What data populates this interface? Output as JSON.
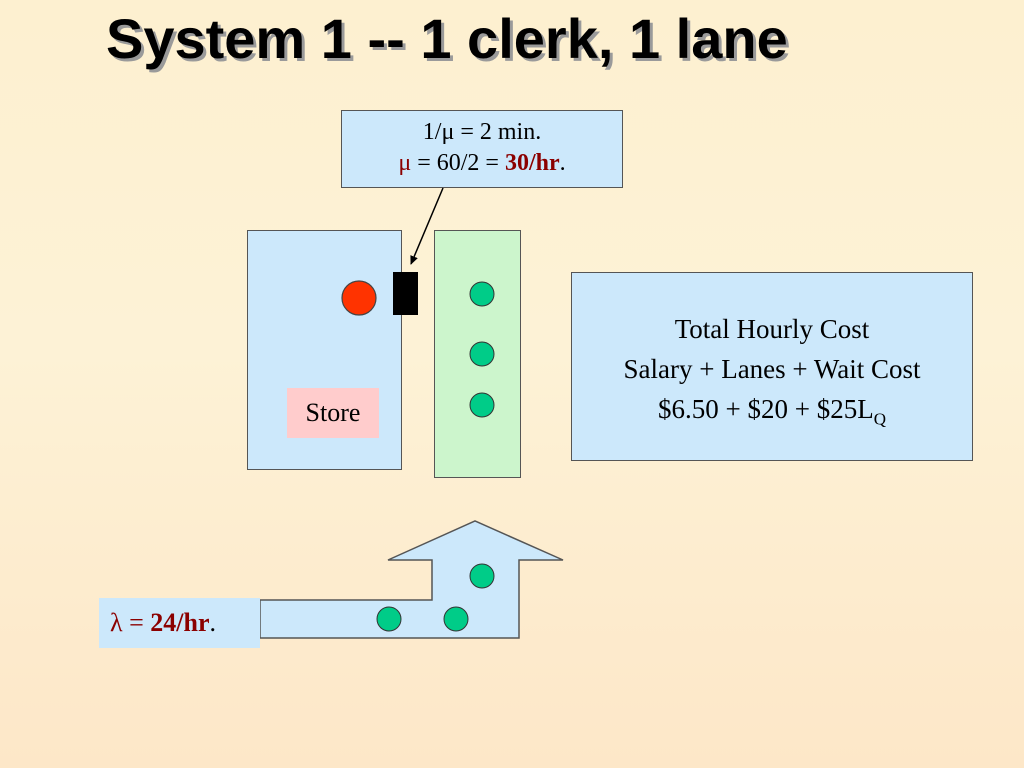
{
  "title": "System 1 -- 1 clerk, 1 lane",
  "service_rate": {
    "line1": "1/μ = 2 min.",
    "line2_prefix": "μ",
    "line2_mid": " = 60/2 = ",
    "line2_value": "30/hr",
    "line2_suffix": "."
  },
  "store_label": "Store",
  "cost": {
    "line1": "Total Hourly Cost",
    "line2": "Salary + Lanes + Wait Cost",
    "line3": "$6.50 + $20 + $25L",
    "line3_subscript": "Q"
  },
  "arrival_rate": {
    "symbol": "λ",
    "mid": " = ",
    "value": "24/hr",
    "suffix": "."
  },
  "colors": {
    "box_blue": "#cce8fb",
    "box_green": "#ccf5cc",
    "store_label_bg": "#ffcccc",
    "clerk_red": "#ff3300",
    "customer_green": "#00cc88",
    "counter_black": "#000000",
    "emphasis_maroon": "#8b0000"
  }
}
